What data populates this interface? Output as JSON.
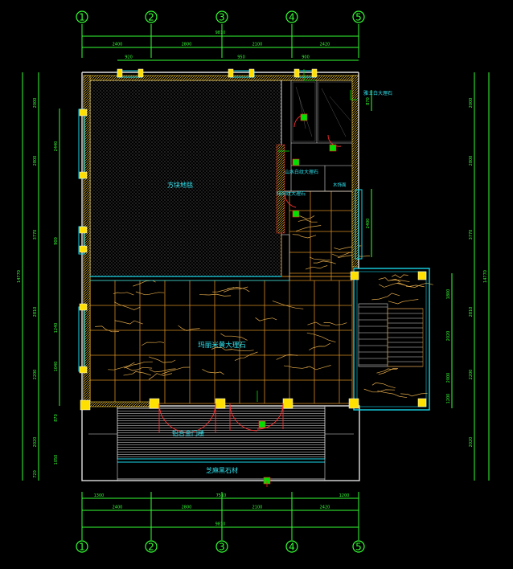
{
  "grid_axes": {
    "labels": [
      "1",
      "2",
      "3",
      "4",
      "5"
    ]
  },
  "dimensions": {
    "top_segments": [
      "2400",
      "2800",
      "2100",
      "2420"
    ],
    "top_total": "9810",
    "top_openings": [
      "920",
      "950",
      "900"
    ],
    "bottom_overall": [
      "1300",
      "7510",
      "1200"
    ],
    "bottom_segments": [
      "2400",
      "2800",
      "2100",
      "2420"
    ],
    "bottom_total": "9810",
    "left_outer": [
      "2000",
      "2800",
      "3770",
      "2810",
      "2200",
      "2020",
      "720"
    ],
    "left_inner": [
      "2440",
      "900",
      "1240",
      "1040",
      "870",
      "1050"
    ],
    "left_total": "14770",
    "right_outer": [
      "2000",
      "2800",
      "3770",
      "2810",
      "2200",
      "2020"
    ],
    "right_total": "14770",
    "right_inner": [
      "1800",
      "2020",
      "2000",
      "1200"
    ],
    "right_small": [
      "870",
      "2400"
    ]
  },
  "rooms": {
    "carpet_label": "方块地毯",
    "marble_label": "玛丽米黄大理石",
    "entrance_label": "铝合金门楼",
    "steps_label": "芝麻黑石材",
    "stone_label_1": "雅士白大理石",
    "stone_label_2": "山水白纹大理石",
    "stone_label_3": "啡网纹大理石",
    "small_label": "木饰面"
  },
  "colors": {
    "dimension": "#33ff33",
    "wall": "#e0e0e0",
    "label": "#2ee6f2",
    "marble_grid": "#d38a22",
    "column": "#ffe000"
  }
}
